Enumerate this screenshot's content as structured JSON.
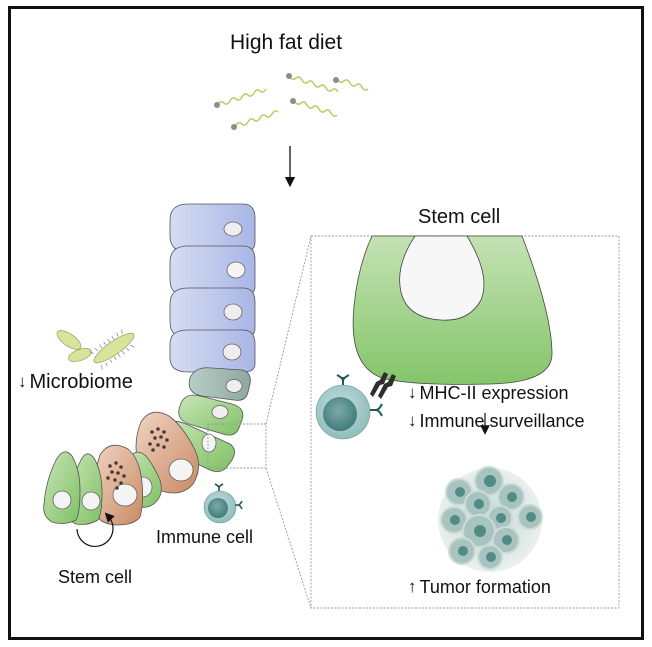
{
  "title": "High fat diet",
  "labels": {
    "microbiome": "Microbiome",
    "microbiome_arrow": "↓",
    "stem_cell_left": "Stem cell",
    "immune_cell": "Immune cell",
    "inset_title": "Stem cell",
    "mhc": "MHC-II expression",
    "mhc_arrow": "↓",
    "surveillance": "Immune surveillance",
    "surveillance_arrow": "↓",
    "tumor": "Tumor formation",
    "tumor_arrow": "↑"
  },
  "colors": {
    "frame": "#111111",
    "fatty_acid_chain": "#b9cf6a",
    "fatty_acid_head": "#8c8c8c",
    "bacteria": "#d7e59a",
    "villus_cell": "#b8c3ea",
    "transit_cell": "#9fb5ac",
    "stem_cell": "#8cc872",
    "paneth_cell": "#d9a382",
    "immune_cell": "#8fbcbc",
    "immune_nucleus": "#4f8c8a",
    "receptor": "#1f5a55",
    "mhc": "#2e2e2e",
    "tumor": "#9bbab3"
  }
}
